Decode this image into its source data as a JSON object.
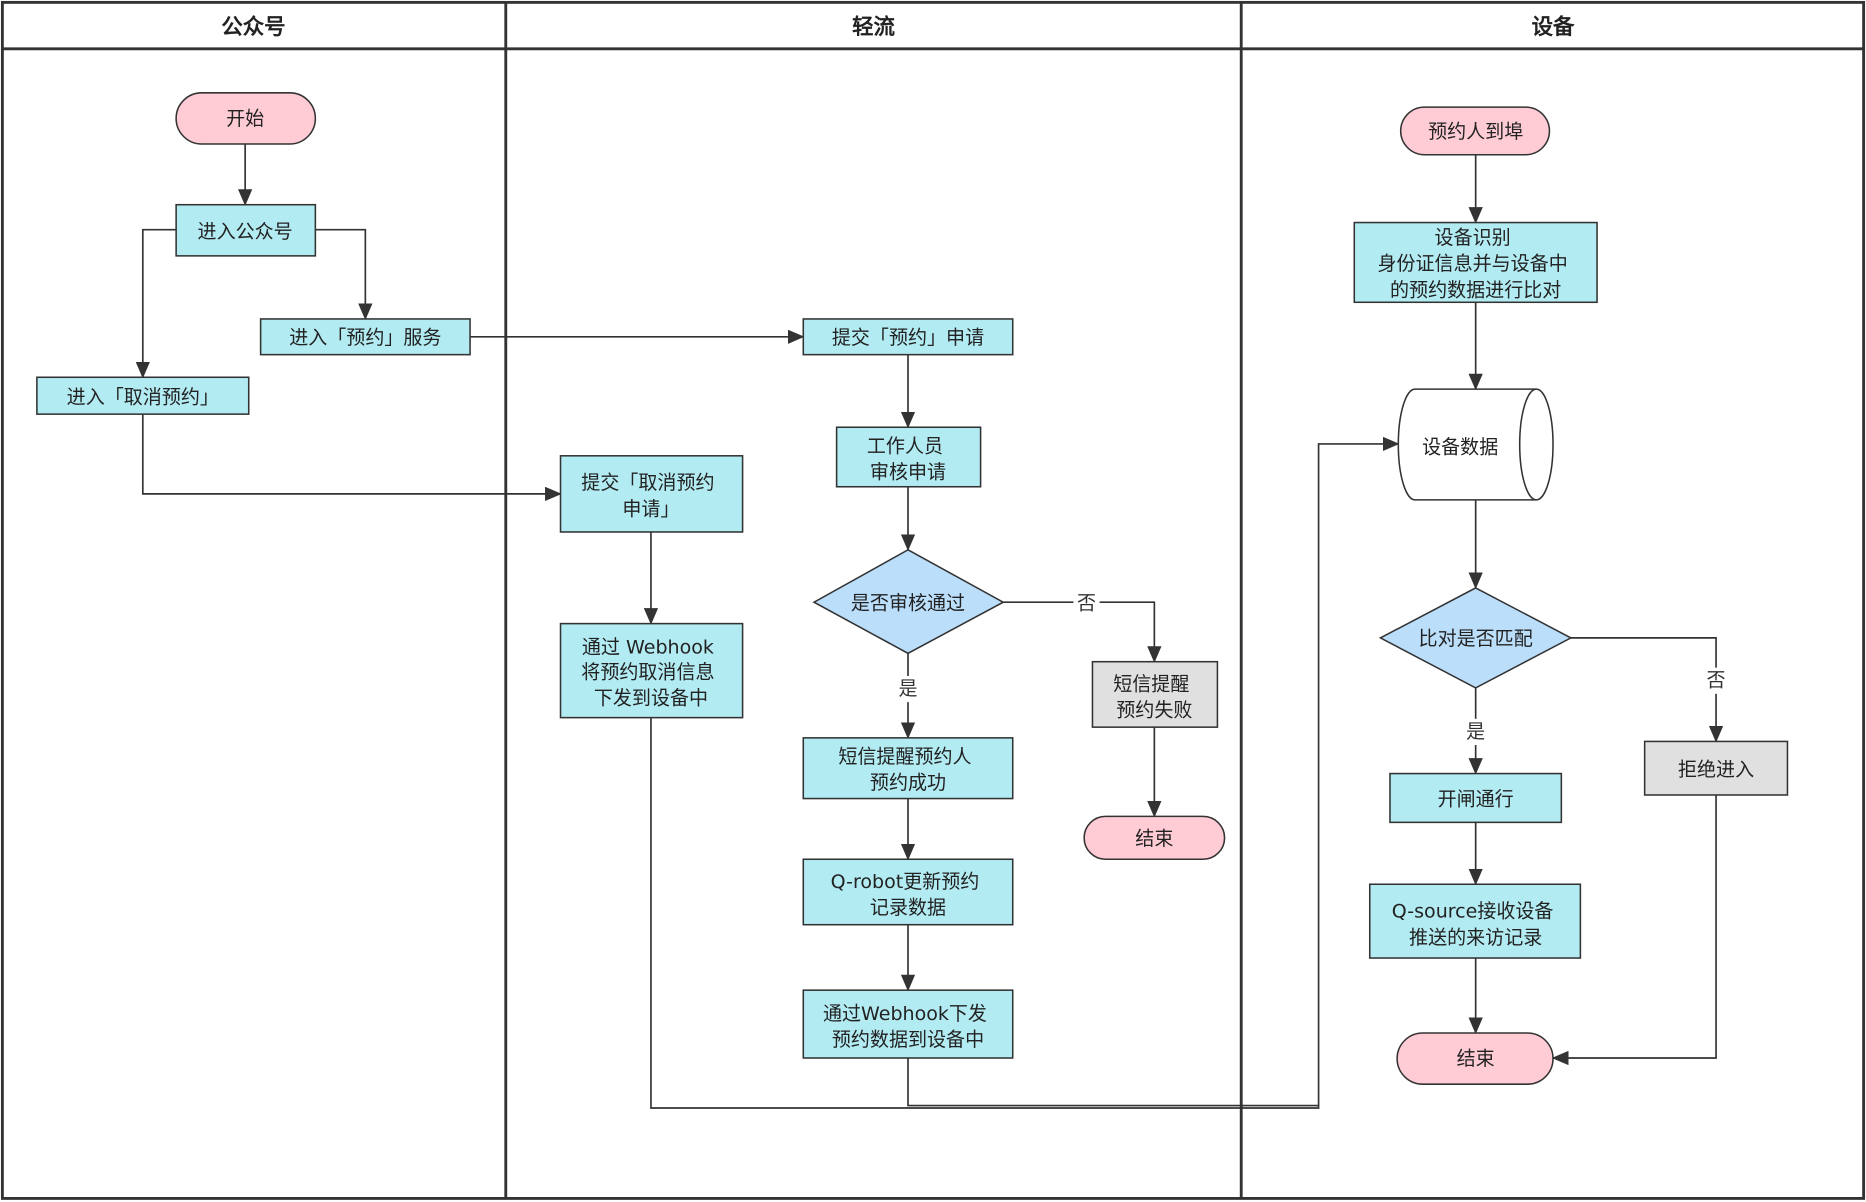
{
  "lanes": [
    {
      "title": "公众号"
    },
    {
      "title": "轻流"
    },
    {
      "title": "设备"
    }
  ],
  "nodes": {
    "start": {
      "lines": [
        "开始"
      ]
    },
    "enter_account": {
      "lines": [
        "进入公众号"
      ]
    },
    "enter_booking": {
      "lines": [
        "进入「预约」服务"
      ]
    },
    "enter_cancel": {
      "lines": [
        "进入「取消预约」"
      ]
    },
    "submit_cancel": {
      "lines": [
        "提交「取消预约",
        "申请」"
      ]
    },
    "webhook_cancel": {
      "lines": [
        "通过 Webhook",
        "将预约取消信息",
        "下发到设备中"
      ]
    },
    "submit_booking": {
      "lines": [
        "提交「预约」申请"
      ]
    },
    "staff_review": {
      "lines": [
        "工作人员",
        "审核申请"
      ]
    },
    "review_decision": {
      "lines": [
        "是否审核通过"
      ]
    },
    "sms_fail": {
      "lines": [
        "短信提醒",
        "预约失败"
      ]
    },
    "end_fail": {
      "lines": [
        "结束"
      ]
    },
    "sms_success": {
      "lines": [
        "短信提醒预约人",
        "预约成功"
      ]
    },
    "qrobot_update": {
      "lines": [
        "Q-robot更新预约",
        "记录数据"
      ]
    },
    "webhook_push": {
      "lines": [
        "通过Webhook下发",
        "预约数据到设备中"
      ]
    },
    "visitor_arrival": {
      "lines": [
        "预约人到埠"
      ]
    },
    "device_identify": {
      "lines": [
        "设备识别",
        "身份证信息并与设备中",
        "的预约数据进行比对"
      ]
    },
    "device_data": {
      "lines": [
        "设备数据"
      ]
    },
    "match_decision": {
      "lines": [
        "比对是否匹配"
      ]
    },
    "reject": {
      "lines": [
        "拒绝进入"
      ]
    },
    "open_gate": {
      "lines": [
        "开闸通行"
      ]
    },
    "qsource_receive": {
      "lines": [
        "Q-source接收设备",
        "推送的来访记录"
      ]
    },
    "end_device": {
      "lines": [
        "结束"
      ]
    }
  },
  "edge_labels": {
    "review_no": "否",
    "review_yes": "是",
    "match_no": "否",
    "match_yes": "是"
  },
  "colors": {
    "terminal_fill": "#FFCCD5",
    "process_fill": "#B2EBF2",
    "decision_fill": "#BBDEFB",
    "alt_process_fill": "#E0E0E0",
    "storage_fill": "#FFFFFF",
    "stroke": "#333333"
  }
}
